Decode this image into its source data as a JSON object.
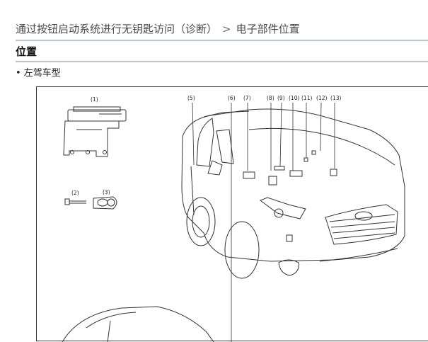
{
  "breadcrumb": {
    "parent": "通过按钮启动系统进行无钥匙访问（诊断）",
    "separator": ">",
    "current": "电子部件位置"
  },
  "section": {
    "title": "位置"
  },
  "content": {
    "bullet": "• 左驾车型"
  },
  "figure": {
    "callouts": [
      "(1)",
      "(2)",
      "(3)",
      "(5)",
      "(6)",
      "(7)",
      "(8)",
      "(9)",
      "(10)",
      "(11)",
      "(12)",
      "(13)"
    ]
  }
}
